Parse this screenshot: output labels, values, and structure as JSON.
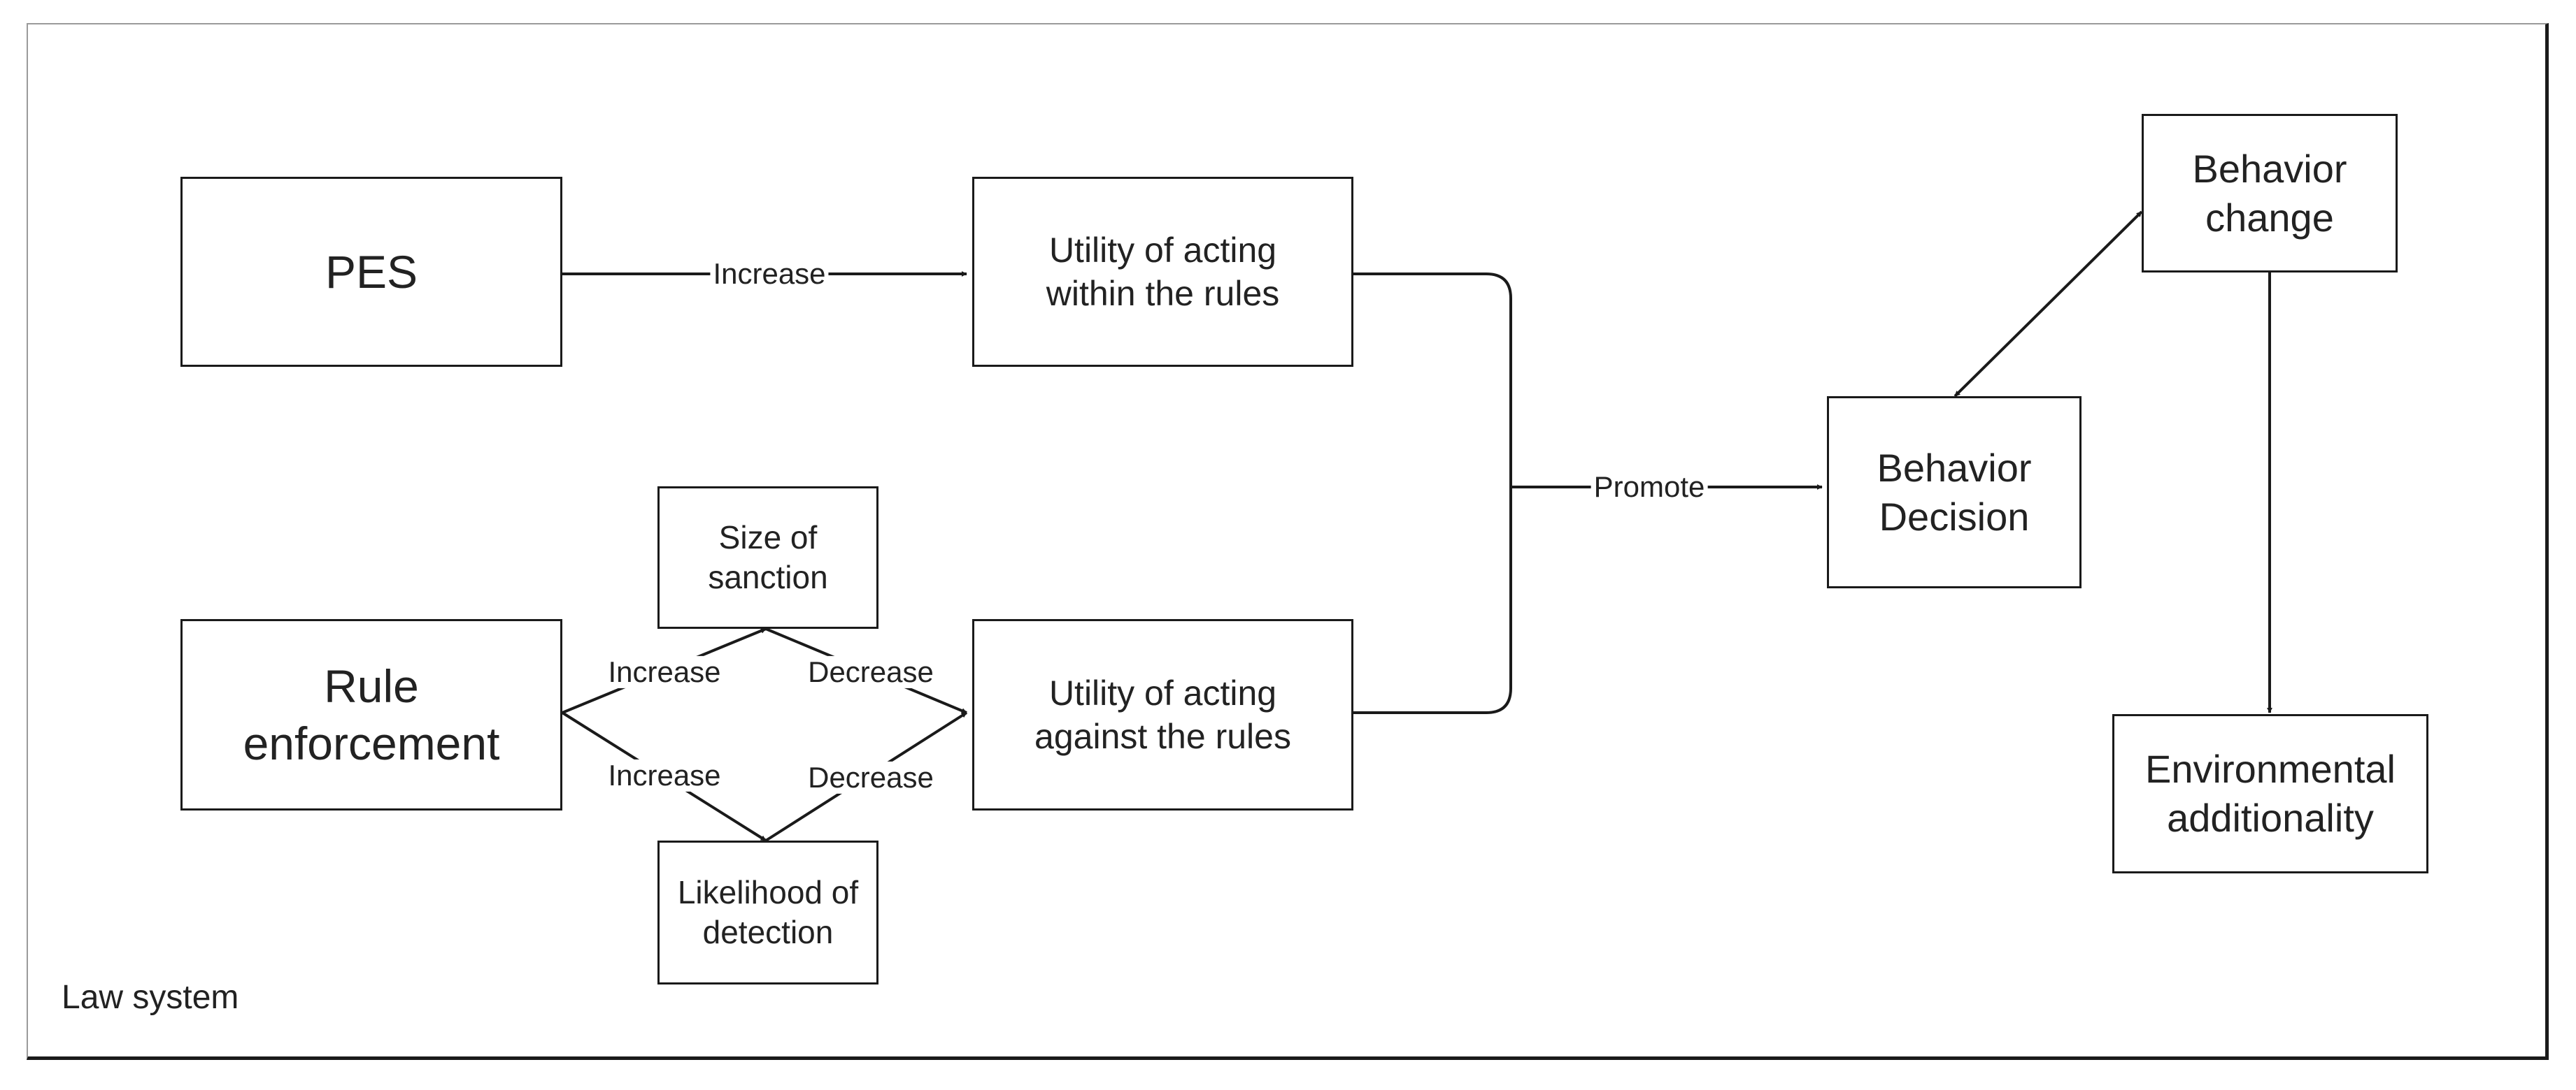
{
  "nodes": {
    "pes": "PES",
    "utility_within": "Utility of acting\nwithin the rules",
    "rule_enforcement": "Rule\nenforcement",
    "size_of_sanction": "Size of\nsanction",
    "likelihood_of_detection": "Likelihood of\ndetection",
    "utility_against": "Utility of acting\nagainst the rules",
    "behavior_decision": "Behavior\nDecision",
    "behavior_change": "Behavior\nchange",
    "environmental_additionality": "Environmental\nadditionality"
  },
  "edges": {
    "pes_to_within": "Increase",
    "enforcement_to_sanction": "Increase",
    "sanction_to_against": "Decrease",
    "enforcement_to_detection": "Increase",
    "detection_to_against": "Decrease",
    "to_decision": "Promote"
  },
  "caption": "Law system"
}
